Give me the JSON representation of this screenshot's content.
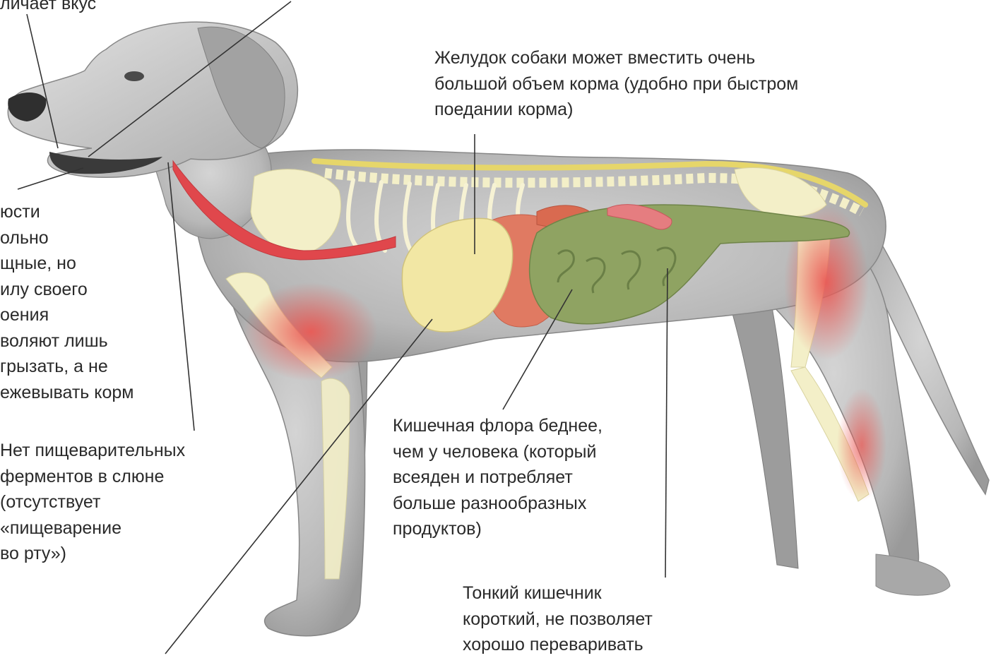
{
  "labels": {
    "taste": [
      "личает вкус"
    ],
    "stomach": [
      "Желудок собаки может вместить очень",
      "большой объем корма (удобно при быстром",
      "поедании корма)"
    ],
    "jaws": [
      "юсти",
      "ольно",
      "щные, но",
      "илу своего",
      "оения",
      "воляют лишь",
      "грызать, а не",
      "ежевывать корм"
    ],
    "enzymes": [
      "Нет пищеварительных",
      "ферментов в слюне",
      "(отсутствует",
      "«пищеварение",
      "во рту»)"
    ],
    "flora": [
      "Кишечная флора беднее,",
      "чем у человека (который",
      "всеяден и потребляет",
      "больше разнообразных",
      "продуктов)"
    ],
    "intestine": [
      "Тонкий кишечник",
      "короткий, не позволяет",
      "хорошо переваривать"
    ]
  },
  "colors": {
    "dog_body": "#b8b8b8",
    "dog_shadow": "#8e8e8e",
    "bone": "#f3efc8",
    "esophagus": "#e0474c",
    "stomach": "#f2e7a4",
    "liver": "#e07a62",
    "intestine": "#8fa362",
    "spinal_cord": "#e6d66a",
    "muscle": "#ea5a55",
    "leader_line": "#333333",
    "text": "#2a2a2a"
  }
}
